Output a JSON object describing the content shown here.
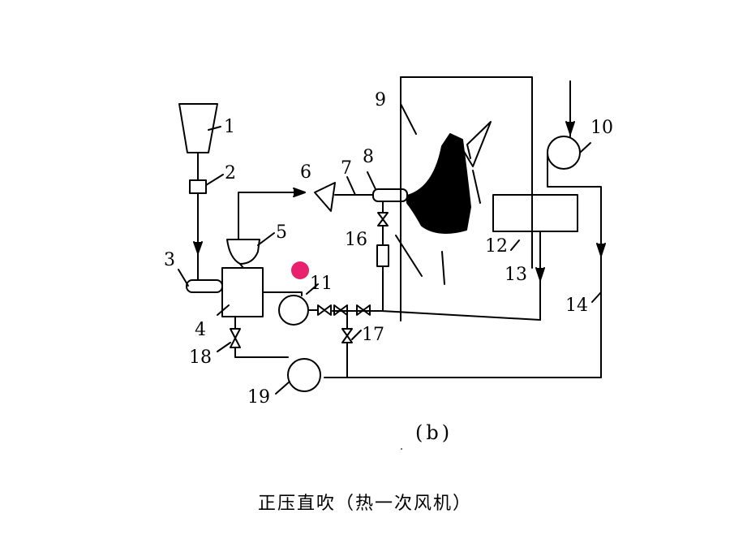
{
  "labels": {
    "n1": "1",
    "n2": "2",
    "n3": "3",
    "n4": "4",
    "n5": "5",
    "n6": "6",
    "n7": "7",
    "n8": "8",
    "n9": "9",
    "n10": "10",
    "n11": "11",
    "n12": "12",
    "n13": "13",
    "n14": "14",
    "n16": "16",
    "n17": "17",
    "n18": "18",
    "n19": "19"
  },
  "subfigure_label": "(b)",
  "caption": "正压直吹（热一次风机）",
  "colors": {
    "line": "#000000",
    "pointer_dot": "#e8206e"
  }
}
